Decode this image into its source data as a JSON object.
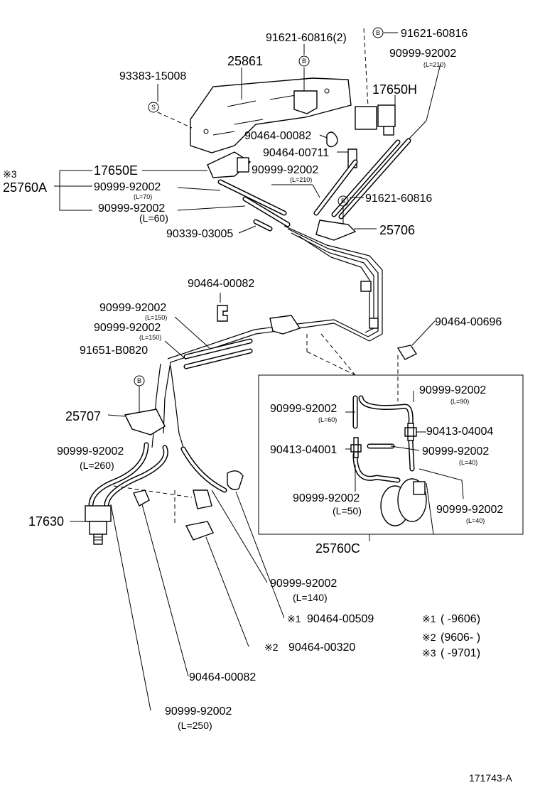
{
  "parts": {
    "p91621_60816_2": "91621-60816(2)",
    "p91621_60816_top": "91621-60816",
    "p90999_92002_top": "90999-92002",
    "l210_top": "(L=210)",
    "p25861": "25861",
    "p93383_15008": "93383-15008",
    "p17650H": "17650H",
    "p90464_00082_a": "90464-00082",
    "p90464_00711": "90464-00711",
    "mark3_a": "※3",
    "p25760A": "25760A",
    "p17650E": "17650E",
    "p90999_92002_b": "90999-92002",
    "l70": "(L=70)",
    "p90999_92002_c": "90999-92002",
    "l60_a": "(L=60)",
    "p90999_92002_d": "90999-92002",
    "l210_b": "(L=210)",
    "p91621_60816_b": "91621-60816",
    "p90339_03005": "90339-03005",
    "p25706": "25706",
    "p90464_00082_b": "90464-00082",
    "p90999_92002_e": "90999-92002",
    "l150_a": "(L=150)",
    "p90999_92002_f": "90999-92002",
    "l150_b": "(L=150)",
    "p91651_B0820": "91651-B0820",
    "p90464_00696": "90464-00696",
    "p25707": "25707",
    "p90999_92002_g": "90999-92002",
    "l260": "(L=260)",
    "p17630": "17630",
    "p90999_92002_h": "90999-92002",
    "l90": "(L=90)",
    "p90999_92002_i": "90999-92002",
    "l60_b": "(L=60)",
    "p90413_04004": "90413-04004",
    "p90413_04001": "90413-04001",
    "p90999_92002_j": "90999-92002",
    "l40_a": "(L=40)",
    "p90999_92002_k": "90999-92002",
    "l50": "(L=50)",
    "p90999_92002_l": "90999-92002",
    "l40_b": "(L=40)",
    "p25760C": "25760C",
    "p90999_92002_m": "90999-92002",
    "l140": "(L=140)",
    "mark1_a": "※1",
    "p90464_00509": "90464-00509",
    "mark2_a": "※2",
    "p90464_00320": "90464-00320",
    "p90464_00082_c": "90464-00082",
    "p90999_92002_n": "90999-92002",
    "l250": "(L=250)",
    "circle_B": "B",
    "circle_S": "S"
  },
  "notes": {
    "n1_mark": "※1",
    "n1_text": "(      -9606)",
    "n2_mark": "※2",
    "n2_text": "(9606-      )",
    "n3_mark": "※3",
    "n3_text": "(      -9701)"
  },
  "figure_id": "171743-A"
}
